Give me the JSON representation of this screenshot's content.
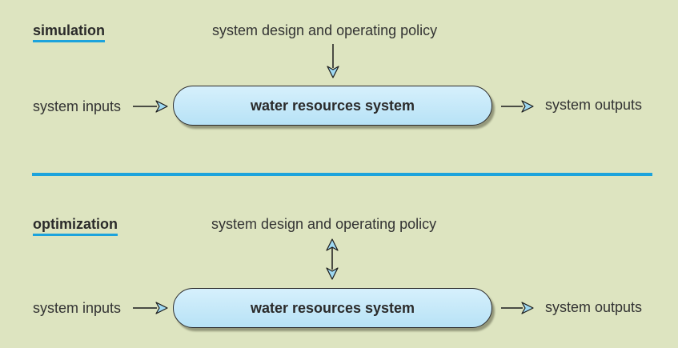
{
  "colors": {
    "background": "#dde4c0",
    "accent": "#1ca3dc",
    "box_fill": "#c4e8f8",
    "arrowhead_fill": "#9fd9f2"
  },
  "simulation": {
    "title": "simulation",
    "policy_label": "system design and operating policy",
    "inputs_label": "system inputs",
    "system_label": "water resources system",
    "outputs_label": "system outputs"
  },
  "optimization": {
    "title": "optimization",
    "policy_label": "system design and operating policy",
    "inputs_label": "system inputs",
    "system_label": "water resources system",
    "outputs_label": "system outputs"
  }
}
